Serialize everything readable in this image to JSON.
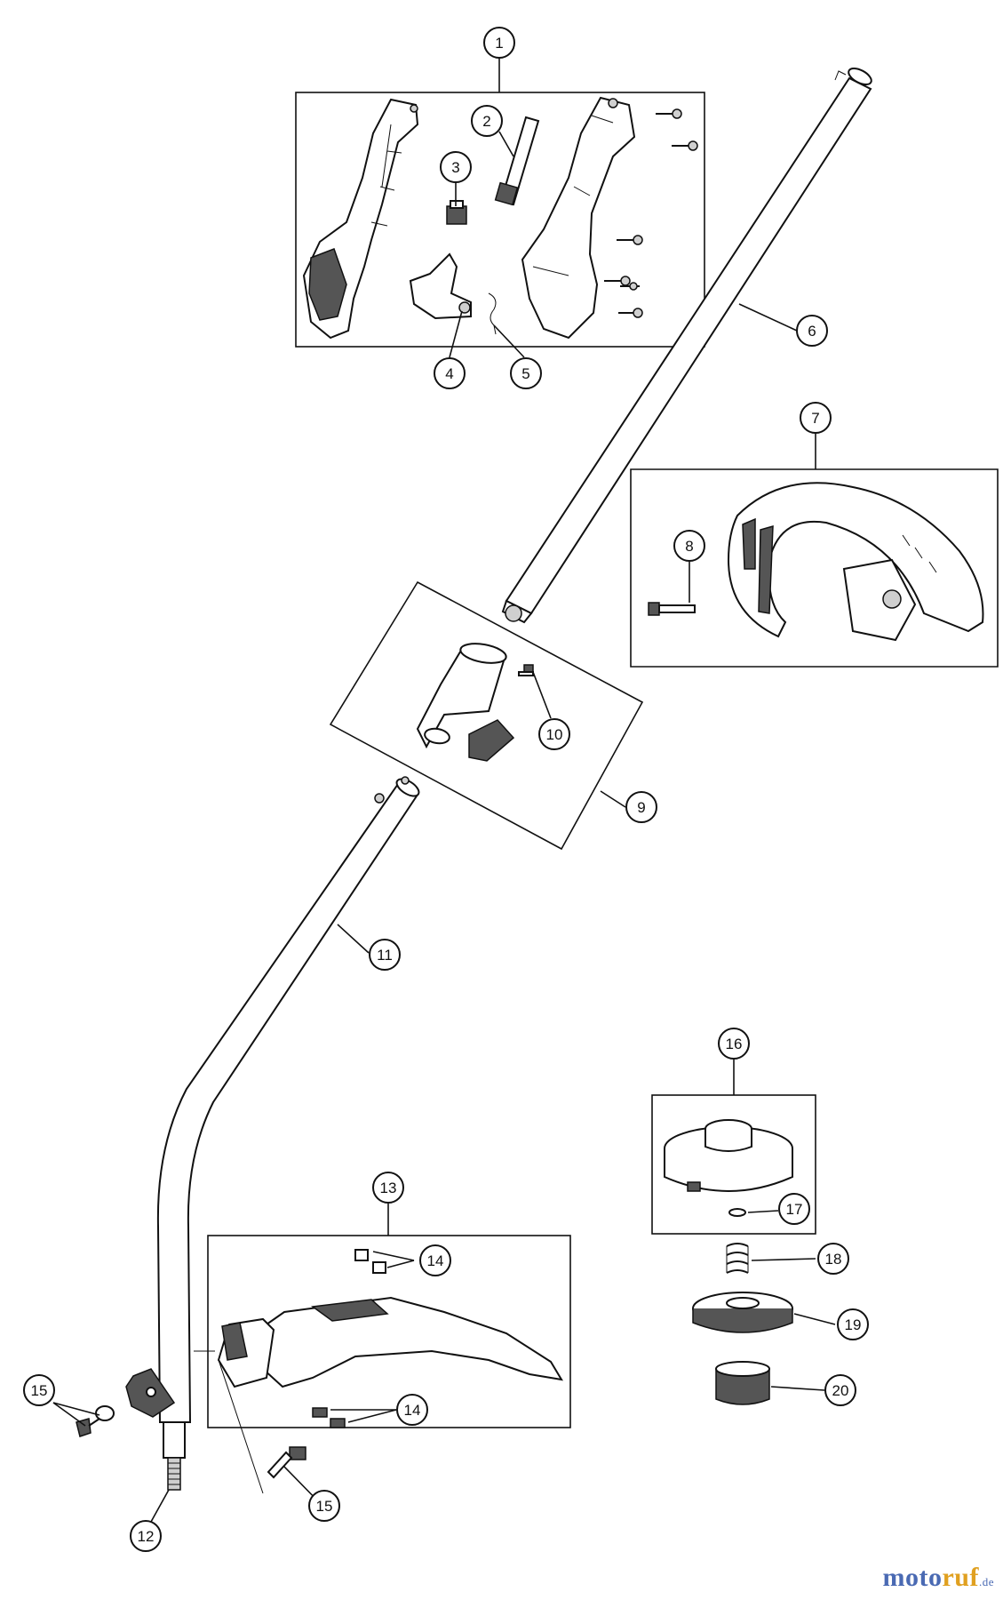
{
  "callouts": [
    {
      "id": "c1",
      "label": "1"
    },
    {
      "id": "c2",
      "label": "2"
    },
    {
      "id": "c3",
      "label": "3"
    },
    {
      "id": "c4",
      "label": "4"
    },
    {
      "id": "c5",
      "label": "5"
    },
    {
      "id": "c6",
      "label": "6"
    },
    {
      "id": "c7",
      "label": "7"
    },
    {
      "id": "c8",
      "label": "8"
    },
    {
      "id": "c9",
      "label": "9"
    },
    {
      "id": "c10",
      "label": "10"
    },
    {
      "id": "c11",
      "label": "11"
    },
    {
      "id": "c12",
      "label": "12"
    },
    {
      "id": "c13",
      "label": "13"
    },
    {
      "id": "c14a",
      "label": "14"
    },
    {
      "id": "c14b",
      "label": "14"
    },
    {
      "id": "c15a",
      "label": "15"
    },
    {
      "id": "c15b",
      "label": "15"
    },
    {
      "id": "c16",
      "label": "16"
    },
    {
      "id": "c17",
      "label": "17"
    },
    {
      "id": "c18",
      "label": "18"
    },
    {
      "id": "c19",
      "label": "19"
    },
    {
      "id": "c20",
      "label": "20"
    }
  ],
  "watermark": {
    "brand_a": "moto",
    "brand_b": "ruf",
    "suffix": ".de"
  }
}
